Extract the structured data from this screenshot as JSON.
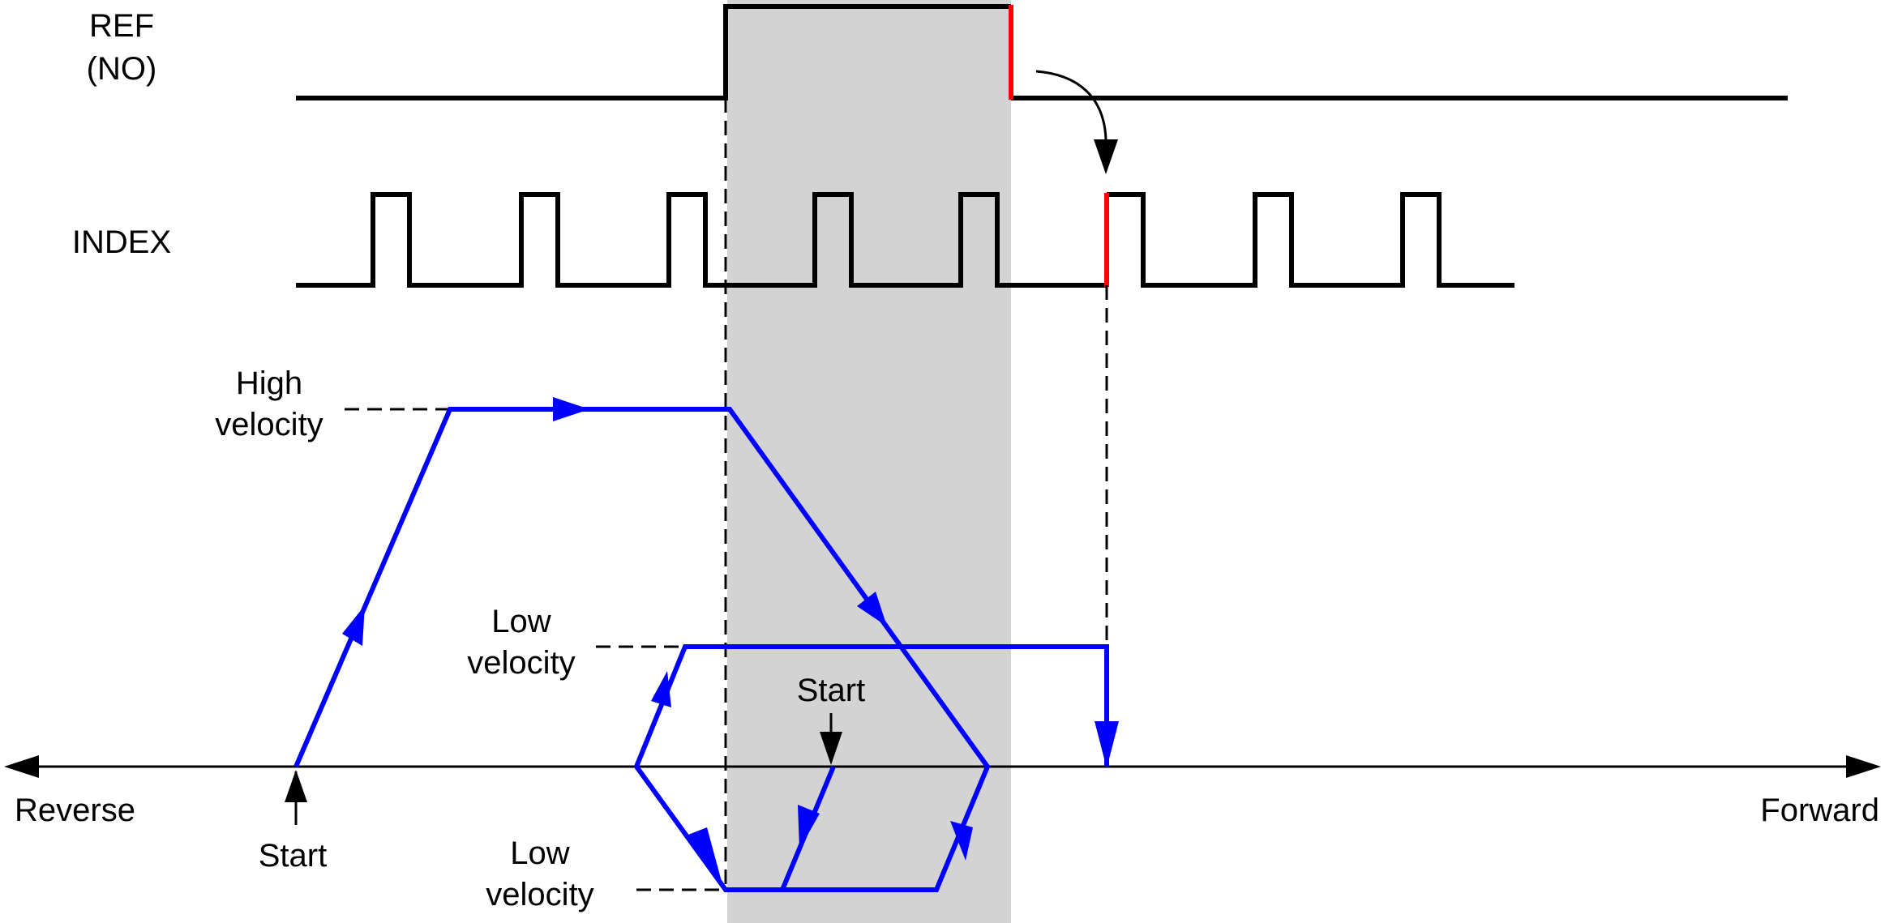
{
  "labels": {
    "ref_line1": "REF",
    "ref_line2": "(NO)",
    "index": "INDEX",
    "high_velocity_line1": "High",
    "high_velocity_line2": "velocity",
    "low_velocity_upper_line1": "Low",
    "low_velocity_upper_line2": "velocity",
    "low_velocity_lower_line1": "Low",
    "low_velocity_lower_line2": "velocity",
    "start_left": "Start",
    "start_middle": "Start",
    "reverse": "Reverse",
    "forward": "Forward"
  },
  "colors": {
    "signal": "#000000",
    "edge_highlight": "#ff0000",
    "velocity_path": "#0000ff",
    "shaded_region": "#d3d3d3",
    "background": "#ffffff"
  }
}
